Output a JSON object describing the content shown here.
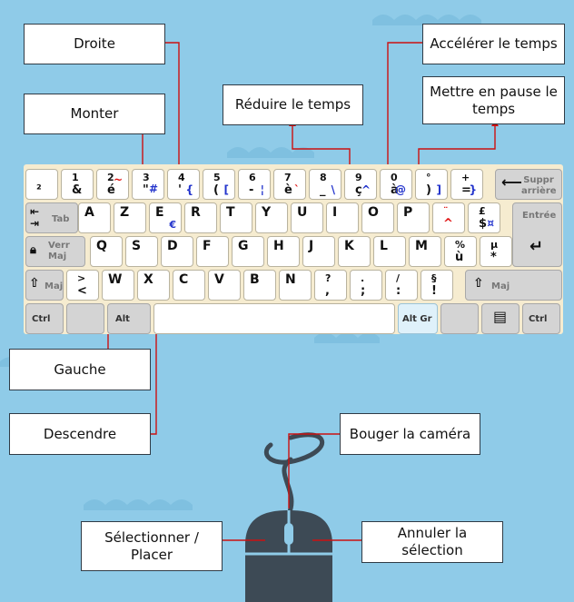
{
  "labels": {
    "droite": "Droite",
    "monter": "Monter",
    "gauche": "Gauche",
    "descendre": "Descendre",
    "reduire": "Réduire le temps",
    "accelerer": "Accélérer le temps",
    "pause": "Mettre en pause le temps",
    "camera": "Bouger la caméra",
    "selectionner": "Sélectionner / Placer",
    "annuler": "Annuler la sélection"
  },
  "keyboard": {
    "row1": [
      {
        "bl": "²"
      },
      {
        "tl": "1",
        "bl": "&"
      },
      {
        "tl": "2",
        "bl": "é",
        "br": "~"
      },
      {
        "tl": "3",
        "bl": "\"",
        "br": "#"
      },
      {
        "tl": "4",
        "bl": "'",
        "br": "{"
      },
      {
        "tl": "5",
        "bl": "(",
        "br": "["
      },
      {
        "tl": "6",
        "bl": "-",
        "br": "¦"
      },
      {
        "tl": "7",
        "bl": "è",
        "br": "`"
      },
      {
        "tl": "8",
        "bl": "_",
        "br": "\\"
      },
      {
        "tl": "9",
        "bl": "ç",
        "br": "^"
      },
      {
        "tl": "0",
        "bl": "à",
        "br": "@"
      },
      {
        "tl": "°",
        "bl": ")",
        "br": "]"
      },
      {
        "tl": "+",
        "bl": "=",
        "br": "}"
      }
    ],
    "backspace": "Suppr arrière",
    "tab": "Tab",
    "row2": [
      "A",
      "Z",
      "E",
      "R",
      "T",
      "Y",
      "U",
      "I",
      "O",
      "P"
    ],
    "euro": "€",
    "row2_extra": [
      {
        "tl": "¨",
        "bl": "^"
      },
      {
        "tl": "£",
        "bl": "$",
        "br": "¤"
      }
    ],
    "enter": "Entrée",
    "caps": "Verr Maj",
    "row3": [
      "Q",
      "S",
      "D",
      "F",
      "G",
      "H",
      "J",
      "K",
      "L",
      "M"
    ],
    "row3_extra": [
      {
        "tl": "%",
        "bl": "ù"
      },
      {
        "tl": "µ",
        "bl": "*"
      }
    ],
    "shift": "Maj",
    "row4_first": {
      "tl": ">",
      "bl": "<"
    },
    "row4": [
      "W",
      "X",
      "C",
      "V",
      "B",
      "N"
    ],
    "row4_extra": [
      {
        "tl": "?",
        "bl": ","
      },
      {
        "tl": ".",
        "bl": ";"
      },
      {
        "tl": "/",
        "bl": ":"
      },
      {
        "tl": "§",
        "bl": "!"
      }
    ],
    "ctrl": "Ctrl",
    "alt": "Alt",
    "altgr": "Alt Gr"
  },
  "colors": {
    "background": "#8fcbe8",
    "line": "#cc1111",
    "mouse": "#3d4a55",
    "keyboard_bg": "#f6ecd0"
  }
}
